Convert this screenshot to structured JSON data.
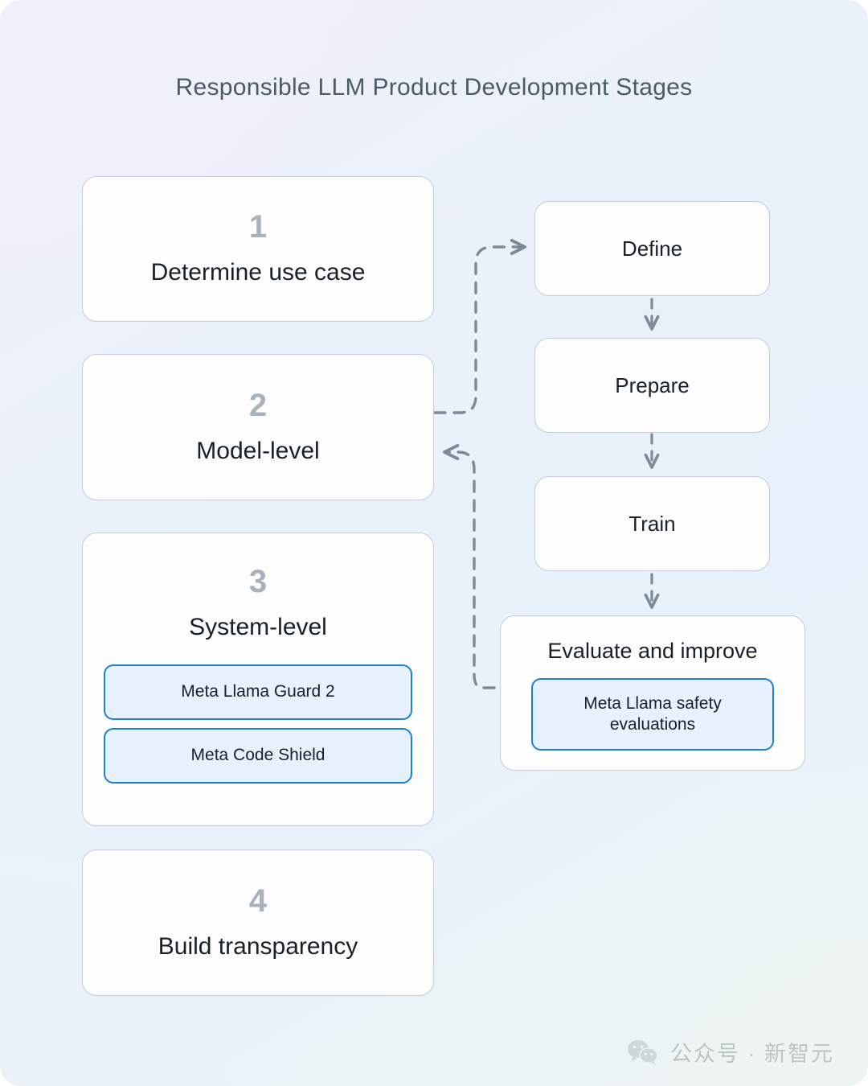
{
  "title": "Responsible LLM Product Development Stages",
  "colors": {
    "accent_blue": "#1b7fd4",
    "badge_fill": "#e7f1fd",
    "card_border": "#c3ccd7",
    "card_fill": "#fdfdfd",
    "number_gray": "#a8b2bd",
    "text_dark": "#16212b",
    "title_gray": "#4c5a66",
    "connector_gray": "#7c8a99"
  },
  "stages": [
    {
      "number": "1",
      "label": "Determine use case",
      "badges": []
    },
    {
      "number": "2",
      "label": "Model-level",
      "badges": []
    },
    {
      "number": "3",
      "label": "System-level",
      "badges": [
        "Meta Llama Guard 2",
        "Meta Code Shield"
      ]
    },
    {
      "number": "4",
      "label": "Build transparency",
      "badges": []
    }
  ],
  "pipeline": [
    {
      "label": "Define",
      "badges": []
    },
    {
      "label": "Prepare",
      "badges": []
    },
    {
      "label": "Train",
      "badges": []
    },
    {
      "label": "Evaluate and improve",
      "badges": [
        "Meta Llama safety evaluations"
      ]
    }
  ],
  "connectors": [
    {
      "name": "stage2-to-define",
      "direction": "right",
      "style": "dashed"
    },
    {
      "name": "define-to-prepare",
      "direction": "down",
      "style": "dashed"
    },
    {
      "name": "prepare-to-train",
      "direction": "down",
      "style": "dashed"
    },
    {
      "name": "train-to-evaluate",
      "direction": "down",
      "style": "dashed"
    },
    {
      "name": "evaluate-to-stage2",
      "direction": "left",
      "style": "dashed"
    }
  ],
  "watermark": {
    "icon": "wechat-icon",
    "text": "公众号 · 新智元"
  }
}
